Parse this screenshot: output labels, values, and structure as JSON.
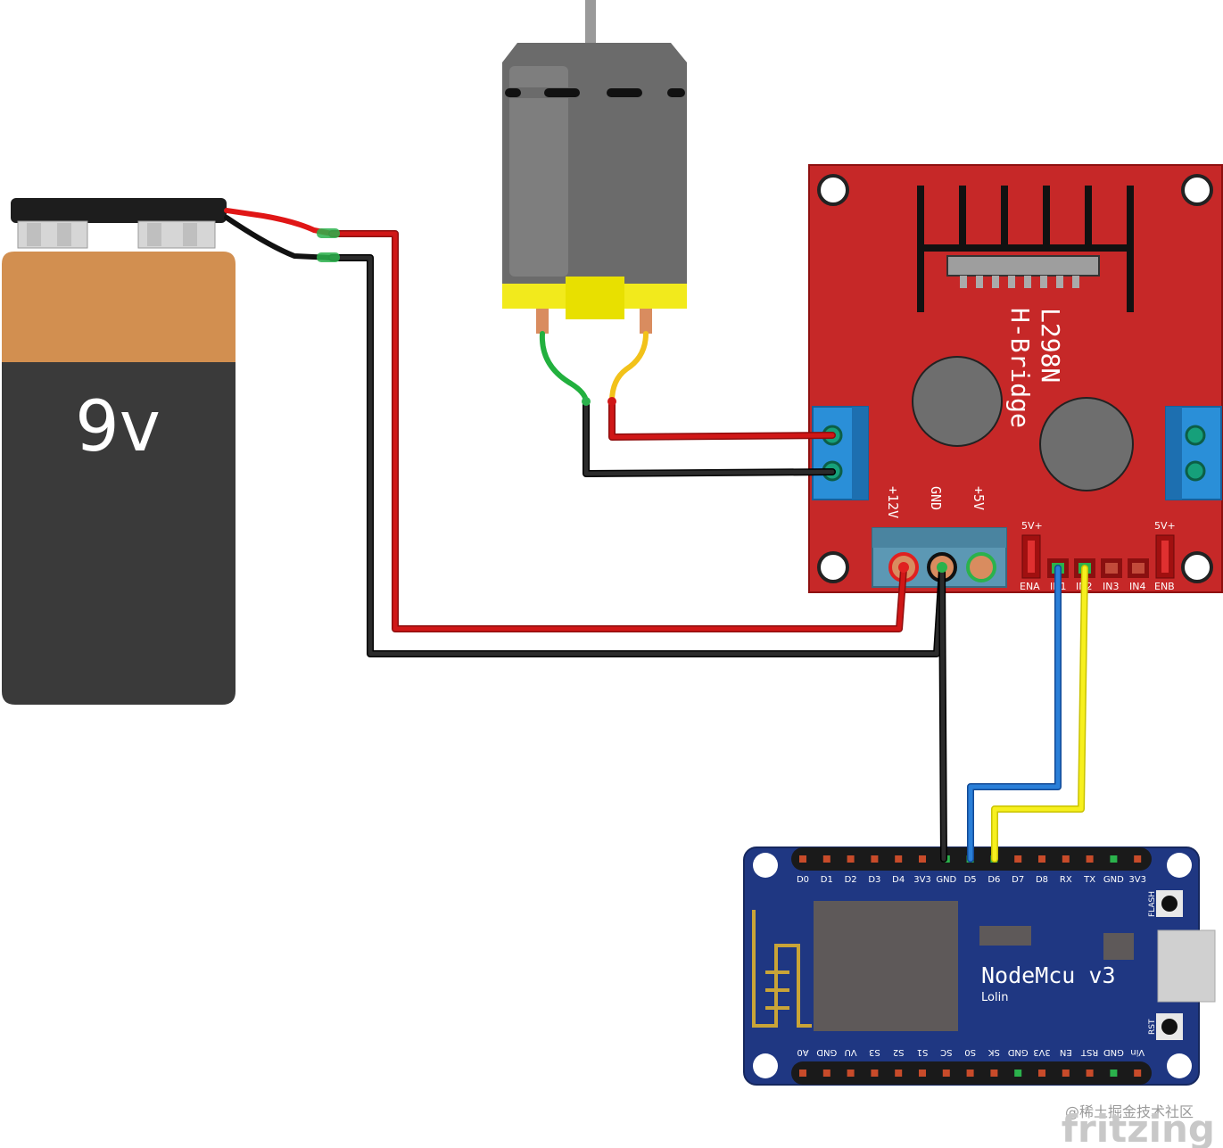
{
  "battery": {
    "voltage_label": "9v"
  },
  "l298n": {
    "name": "L298N",
    "type": "H-Bridge",
    "power_labels": [
      "+12V",
      "GND",
      "+5V"
    ],
    "jumper_label_a": "5V+",
    "jumper_label_b": "5V+",
    "pin_labels": [
      "ENA",
      "IN1",
      "IN2",
      "IN3",
      "IN4",
      "ENB"
    ]
  },
  "nodemcu": {
    "name": "NodeMcu  v3",
    "maker": "Lolin",
    "top_pins": [
      "D0",
      "D1",
      "D2",
      "D3",
      "D4",
      "3V3",
      "GND",
      "D5",
      "D6",
      "D7",
      "D8",
      "RX",
      "TX",
      "GND",
      "3V3"
    ],
    "bottom_pins": [
      "A0",
      "GND",
      "VU",
      "S3",
      "S2",
      "S1",
      "SC",
      "S0",
      "SK",
      "GND",
      "3V3",
      "EN",
      "RST",
      "GND",
      "Vin"
    ],
    "flash_label": "FLASH",
    "rst_label": "RST"
  },
  "wires": [
    {
      "id": "battery-positive",
      "color": "#cc1414"
    },
    {
      "id": "battery-negative",
      "color": "#222222"
    },
    {
      "id": "motor-a",
      "color": "#cc1414"
    },
    {
      "id": "motor-b",
      "color": "#222222"
    },
    {
      "id": "gnd-to-nodemcu",
      "color": "#222222"
    },
    {
      "id": "in1-to-d5",
      "color": "#1f6fd1"
    },
    {
      "id": "in2-to-d6",
      "color": "#f2ea1c"
    }
  ],
  "watermark": "@稀土掘金技术社区",
  "brand": "fritzing"
}
